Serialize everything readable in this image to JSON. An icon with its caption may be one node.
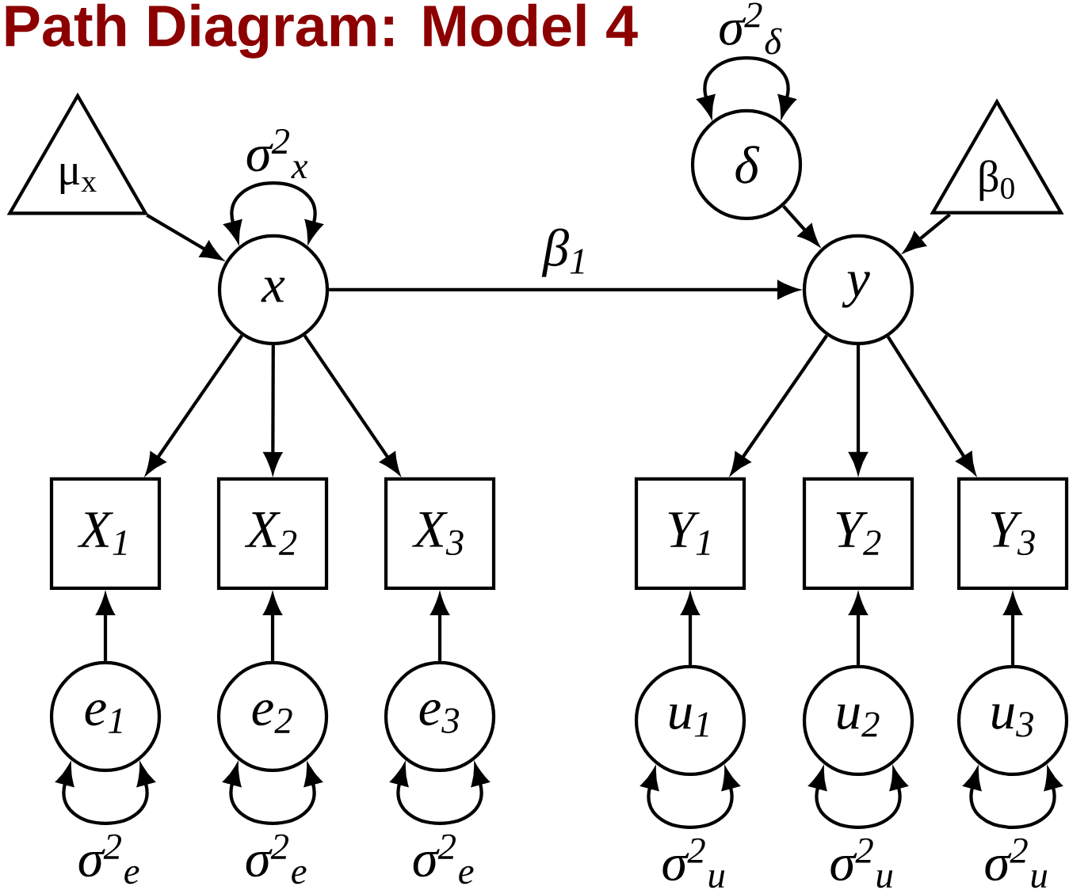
{
  "diagram": {
    "title": "Path Diagram: Model 4",
    "nodes": [
      {
        "text": [
          "μ$_{x}$"
        ]
      },
      {
        "text": [
          "x"
        ]
      },
      {
        "text": [
          "β$_{0}$"
        ]
      },
      {
        "text": [
          "δ"
        ]
      },
      {
        "text": [
          "y"
        ]
      },
      {
        "text": [
          "X$_{1}$"
        ]
      },
      {
        "text": [
          "X$_{2}$"
        ]
      },
      {
        "text": [
          "X$_{3}$"
        ]
      },
      {
        "text": [
          "Y$_{1}$"
        ]
      },
      {
        "text": [
          "Y$_{2}$"
        ]
      },
      {
        "text": [
          "Y$_{3}$"
        ]
      },
      {
        "text": [
          "e$_{1}$"
        ]
      },
      {
        "text": [
          "e$_{2}$"
        ]
      },
      {
        "text": [
          "e$_{3}$"
        ]
      },
      {
        "text": [
          "u$_{1}$"
        ]
      },
      {
        "text": [
          "u$_{2}$"
        ]
      },
      {
        "text": [
          "u$_{3}$"
        ]
      }
    ],
    "edges": [
      {
        "from": 0,
        "to": 1,
        "arrow": "to"
      },
      {
        "from": 1,
        "to": 4,
        "arrow": "to",
        "label": "β$_{1}$"
      },
      {
        "from": 3,
        "to": 4,
        "arrow": "to"
      },
      {
        "from": 2,
        "to": 4,
        "arrow": "to"
      },
      {
        "from": 1,
        "to": 5,
        "arrow": "to"
      },
      {
        "from": 1,
        "to": 6,
        "arrow": "to"
      },
      {
        "from": 1,
        "to": 7,
        "arrow": "to"
      },
      {
        "from": 4,
        "to": 8,
        "arrow": "to"
      },
      {
        "from": 4,
        "to": 9,
        "arrow": "to"
      },
      {
        "from": 4,
        "to": 10,
        "arrow": "to"
      },
      {
        "from": 11,
        "to": 5,
        "arrow": "to"
      },
      {
        "from": 12,
        "to": 6,
        "arrow": "to"
      },
      {
        "from": 13,
        "to": 7,
        "arrow": "to"
      },
      {
        "from": 14,
        "to": 8,
        "arrow": "to"
      },
      {
        "from": 15,
        "to": 9,
        "arrow": "to"
      },
      {
        "from": 16,
        "to": 10,
        "arrow": "to"
      },
      {
        "from": 1,
        "to": 1,
        "arrow": "both",
        "label": "σ$^{2}$$_{x}$"
      },
      {
        "from": 3,
        "to": 3,
        "arrow": "both",
        "label": "σ$^{2}$$_{δ}$"
      },
      {
        "from": 11,
        "to": 11,
        "arrow": "both",
        "label": "σ$^{2}$$_{e}$"
      },
      {
        "from": 12,
        "to": 12,
        "arrow": "both",
        "label": "σ$^{2}$$_{e}$"
      },
      {
        "from": 13,
        "to": 13,
        "arrow": "both",
        "label": "σ$^{2}$$_{e}$"
      },
      {
        "from": 14,
        "to": 14,
        "arrow": "both",
        "label": "σ$^{2}$$_{u}$"
      },
      {
        "from": 15,
        "to": 15,
        "arrow": "both",
        "label": "σ$^{2}$$_{u}$"
      },
      {
        "from": 16,
        "to": 16,
        "arrow": "both",
        "label": "σ$^{2}$$_{u}$"
      }
    ]
  }
}
